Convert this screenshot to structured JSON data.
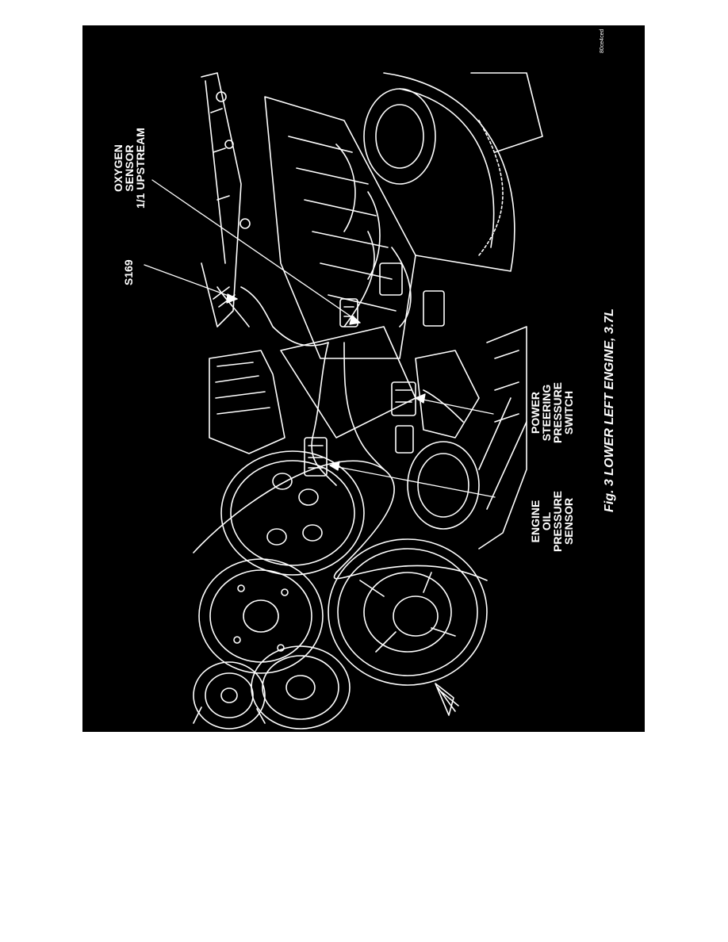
{
  "figure": {
    "caption": "Fig. 3 LOWER LEFT ENGINE, 3.7L",
    "image_code": "80ce4ced",
    "labels": {
      "oxygen_sensor": [
        "OXYGEN",
        "SENSOR",
        "1/1 UPSTREAM"
      ],
      "s169": "S169",
      "power_steering": [
        "POWER",
        "STEERING",
        "PRESSURE",
        "SWITCH"
      ],
      "engine_oil": [
        "ENGINE",
        "OIL",
        "PRESSURE",
        "SENSOR"
      ]
    }
  }
}
